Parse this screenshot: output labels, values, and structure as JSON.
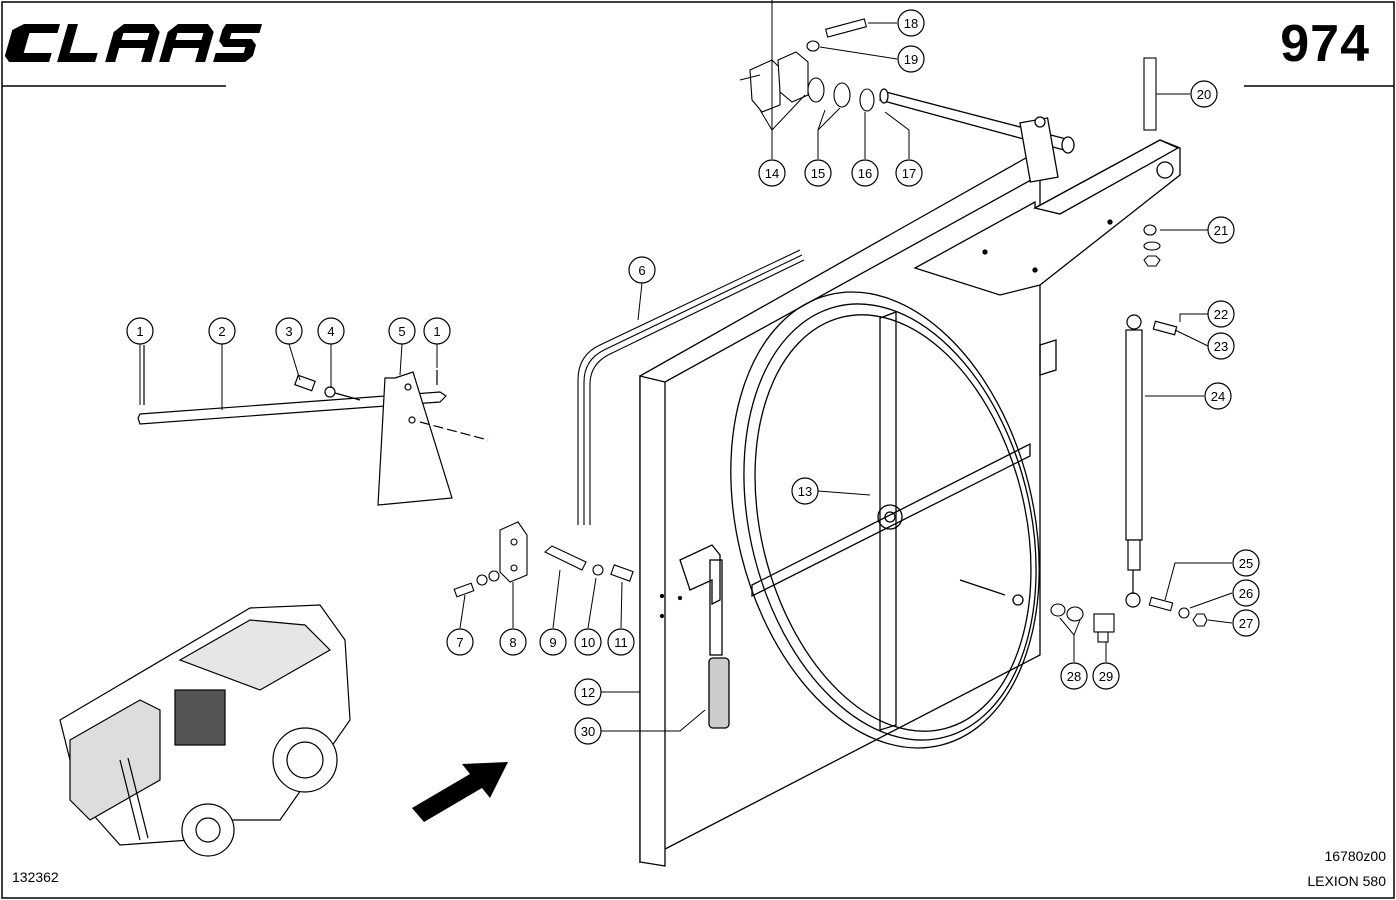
{
  "brand": "CLAAS",
  "page_number": "974",
  "drawing_number": "132362",
  "reference_code": "16780z00",
  "model": "LEXION 580",
  "callouts": [
    "1",
    "2",
    "3",
    "4",
    "5",
    "1",
    "6",
    "7",
    "8",
    "9",
    "10",
    "11",
    "12",
    "13",
    "14",
    "15",
    "16",
    "17",
    "18",
    "19",
    "20",
    "21",
    "22",
    "23",
    "24",
    "25",
    "26",
    "27",
    "28",
    "29",
    "30"
  ],
  "icons": {
    "combine": "combine-harvester-icon",
    "arrow": "view-direction-arrow-icon"
  }
}
